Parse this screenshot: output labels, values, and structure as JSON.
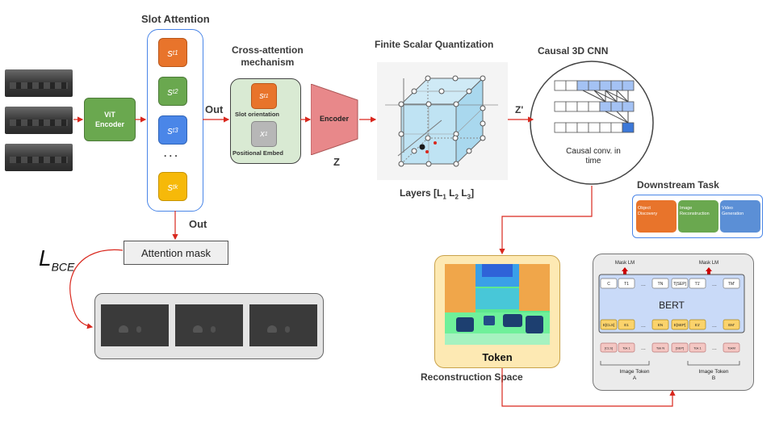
{
  "titles": {
    "slot_attention": "Slot Attention",
    "cross_attention": "Cross-attention\nmechanism",
    "fsq": "Finite Scalar Quantization",
    "causal_cnn": "Causal 3D CNN",
    "downstream": "Downstream Task",
    "reconstruction_space": "Reconstruction Space"
  },
  "vit_encoder": "ViT\nEncoder",
  "out_label": "Out",
  "out_label_bottom": "Out",
  "slot_ellipsis": ". . .",
  "slots": [
    {
      "letter": "s",
      "sup": "t",
      "sub": "1"
    },
    {
      "letter": "s",
      "sup": "t",
      "sub": "2"
    },
    {
      "letter": "s",
      "sup": "t",
      "sub": "3"
    },
    {
      "letter": "s",
      "sup": "t",
      "sub": "k"
    }
  ],
  "cross": {
    "slot": {
      "letter": "s",
      "sup": "t",
      "sub": "1"
    },
    "slot_orientation": "Slot orientation",
    "x": {
      "letter": "x",
      "sub": "1"
    },
    "positional_embed": "Positional Embed"
  },
  "encoder": "Encoder",
  "z_label": "Z",
  "z_prime_label": "Z'",
  "fsq_layers": {
    "prefix": "Layers [",
    "l": "L",
    "subs": [
      "1",
      "2",
      "3"
    ],
    "suffix": "]"
  },
  "causal_conv": "Causal conv. in\ntime",
  "downstream_tasks": [
    {
      "label": "Object\nDiscovery",
      "color": "#e8742b"
    },
    {
      "label": "Image\nReconstruction",
      "color": "#6aa84f"
    },
    {
      "label": "Video\nGeneration",
      "color": "#5b8fd6"
    }
  ],
  "attention_mask": "Attention mask",
  "lbce": {
    "main": "L",
    "sub": "BCE"
  },
  "token_label": "Token",
  "bert": {
    "mask_lm_left": "Mask LM",
    "mask_lm_right": "Mask LM",
    "title": "BERT",
    "top_tokens": [
      "C",
      "T1",
      "...",
      "TN",
      "T[SEP]",
      "T1'",
      "...",
      "TM'"
    ],
    "mid_tokens": [
      "E[CLS]",
      "E1",
      "...",
      "EN",
      "E[SEP]",
      "E1'",
      "...",
      "EM'"
    ],
    "bottom_tokens": [
      "[CLS]",
      "Tok 1",
      "...",
      "Tok N",
      "[SEP]",
      "Tok 1",
      "...",
      "TokM"
    ],
    "image_token_a": "Image Token\nA",
    "image_token_b": "Image Token\nB"
  },
  "colors": {
    "arrow": "#d9281e",
    "slot_orange": "#e8742b",
    "slot_green": "#6aa84f",
    "slot_blue": "#4a86e8",
    "slot_yellow": "#f6b909",
    "encoder_pink": "#e8888a",
    "cube_fill": "#bfe3f3",
    "token_panel": "#fde9b3"
  }
}
